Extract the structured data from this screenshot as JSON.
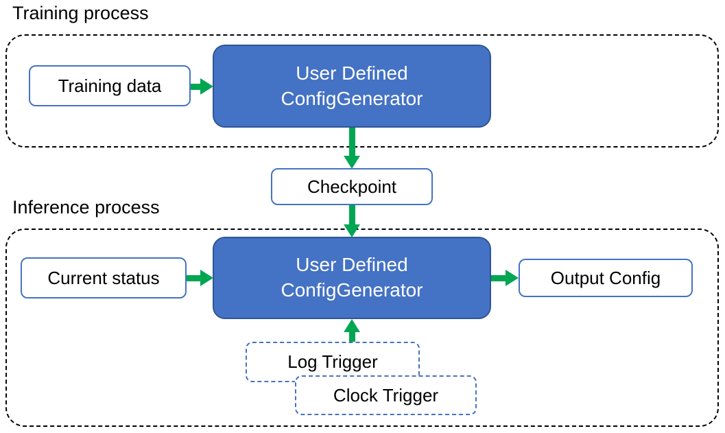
{
  "diagram": {
    "training": {
      "label": "Training process",
      "nodes": {
        "training_data": "Training data",
        "generator": "User Defined\nConfigGenerator"
      }
    },
    "checkpoint": {
      "label": "Checkpoint"
    },
    "inference": {
      "label": "Inference process",
      "nodes": {
        "current_status": "Current status",
        "generator": "User Defined\nConfigGenerator",
        "output_config": "Output Config",
        "log_trigger": "Log Trigger",
        "clock_trigger": "Clock Trigger"
      }
    },
    "edges": [
      {
        "from": "Training data",
        "to": "User Defined ConfigGenerator (training)",
        "direction": "right"
      },
      {
        "from": "User Defined ConfigGenerator (training)",
        "to": "Checkpoint",
        "direction": "down"
      },
      {
        "from": "Checkpoint",
        "to": "User Defined ConfigGenerator (inference)",
        "direction": "down"
      },
      {
        "from": "Current status",
        "to": "User Defined ConfigGenerator (inference)",
        "direction": "right"
      },
      {
        "from": "User Defined ConfigGenerator (inference)",
        "to": "Output Config",
        "direction": "right"
      },
      {
        "from": "Log Trigger",
        "to": "User Defined ConfigGenerator (inference)",
        "direction": "up"
      }
    ],
    "colors": {
      "node_fill_blue": "#4472C4",
      "node_border_dark_blue": "#2F5597",
      "outline_blue": "#4472C4",
      "arrow_green": "#00A651",
      "container_dash_black": "#000000",
      "text_dark": "#000000",
      "text_on_blue": "#FFFFFF"
    }
  }
}
